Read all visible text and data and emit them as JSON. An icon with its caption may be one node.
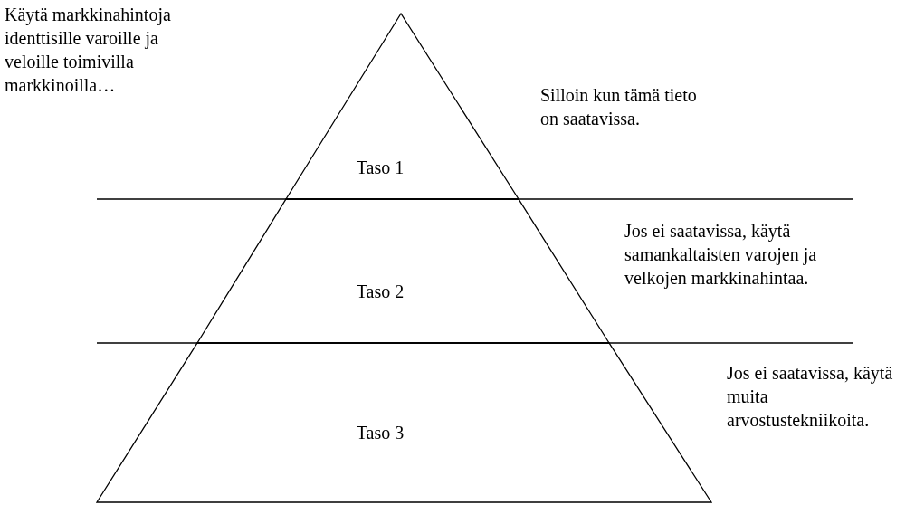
{
  "diagram": {
    "nodes": [
      {
        "text": [
          "Taso 1"
        ],
        "beside": [
          "Silloin kun tämä tieto on saatavissa."
        ]
      },
      {
        "text": [
          "Taso 2"
        ],
        "beside": [
          "Jos ei saatavissa, käytä samankaltaisten varojen ja velkojen markkinahintaa."
        ]
      },
      {
        "text": [
          "Taso 3"
        ],
        "beside": [
          "Jos ei saatavissa, käytä muita arvostustekniikoita."
        ]
      }
    ],
    "labels": [
      "Käytä markkinahintoja identtisille varoille ja veloille toimivilla markkinoilla…"
    ]
  }
}
